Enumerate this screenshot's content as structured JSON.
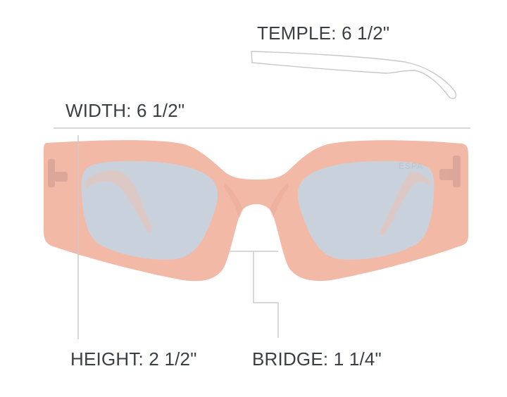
{
  "measurements": {
    "temple": "TEMPLE: 6 1/2\"",
    "width": "WIDTH: 6 1/2\"",
    "height": "HEIGHT: 2 1/2\"",
    "bridge": "BRIDGE: 1 1/4\""
  },
  "colors": {
    "frame": "#f2b9a7",
    "frame_shadow": "#e9a996",
    "lens": "#c9d2dc",
    "temple_arm": "#e2b3a6",
    "guide_line": "#cccccc",
    "label_text": "#3b3f44"
  },
  "product": {
    "type": "sunglasses",
    "frame_color": "peach/pink",
    "lens_color": "light blue-grey"
  }
}
